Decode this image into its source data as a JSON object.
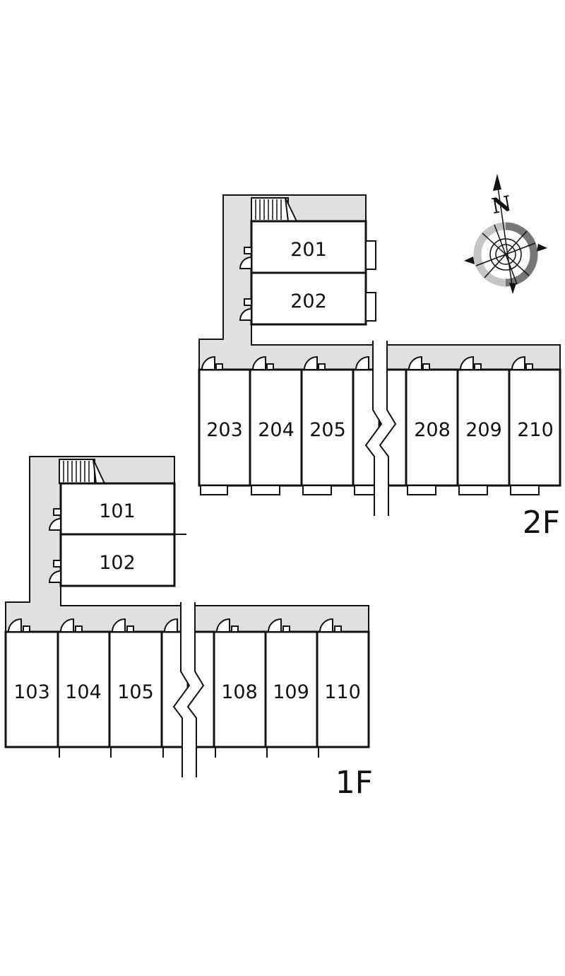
{
  "floors": [
    {
      "label": "2F",
      "units": [
        "201",
        "202",
        "203",
        "204",
        "205",
        "208",
        "209",
        "210"
      ]
    },
    {
      "label": "1F",
      "units": [
        "101",
        "102",
        "103",
        "104",
        "105",
        "108",
        "109",
        "110"
      ]
    }
  ],
  "compass": {
    "north_label": "N"
  },
  "colors": {
    "corridor": "#e0e0e0",
    "wall": "#111111",
    "background": "#ffffff",
    "compass_dark": "#777777",
    "compass_light": "#bfbfbf"
  },
  "icons": [
    "door-icon",
    "stair-icon",
    "balcony-icon",
    "break-line-icon",
    "compass-icon"
  ]
}
